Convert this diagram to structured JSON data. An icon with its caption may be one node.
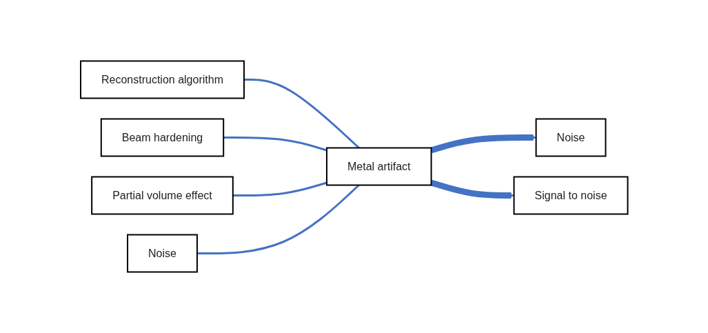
{
  "diagram": {
    "nodes": [
      {
        "text": [
          "Reconstruction algorithm"
        ]
      },
      {
        "text": [
          "Beam hardening"
        ]
      },
      {
        "text": [
          "Partial volume effect"
        ]
      },
      {
        "text": [
          "Noise"
        ]
      },
      {
        "text": [
          "Metal artifact"
        ]
      },
      {
        "text": [
          "Noise"
        ]
      },
      {
        "text": [
          "Signal to noise"
        ]
      }
    ],
    "edges": [
      {
        "from": 0,
        "to": 4,
        "arrow": "none"
      },
      {
        "from": 1,
        "to": 4,
        "arrow": "none"
      },
      {
        "from": 2,
        "to": 4,
        "arrow": "none"
      },
      {
        "from": 3,
        "to": 4,
        "arrow": "none"
      },
      {
        "from": 4,
        "to": 5,
        "arrow": "to",
        "style": "thick"
      },
      {
        "from": 4,
        "to": 6,
        "arrow": "to",
        "style": "thick"
      }
    ]
  }
}
